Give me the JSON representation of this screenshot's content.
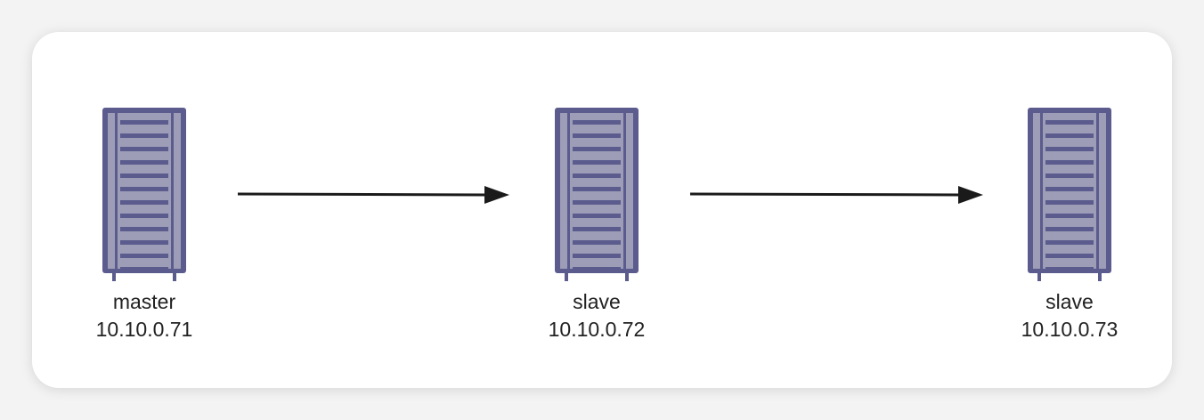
{
  "nodes": [
    {
      "role": "master",
      "ip": "10.10.0.71"
    },
    {
      "role": "slave",
      "ip": "10.10.0.72"
    },
    {
      "role": "slave",
      "ip": "10.10.0.73"
    }
  ],
  "colors": {
    "server_frame": "#5b5b8e",
    "server_panel": "#9d9db8",
    "server_slot": "#5b5b8e",
    "arrow": "#1a1a1a",
    "card_bg": "#ffffff",
    "page_bg": "#f3f3f3"
  },
  "icons": {
    "server": "server-rack-icon"
  }
}
